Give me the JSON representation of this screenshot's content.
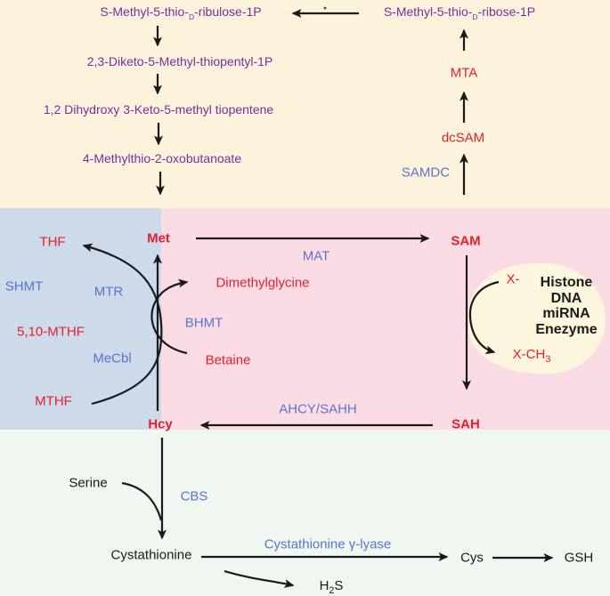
{
  "colors": {
    "salvage_bg": "#fdf2dc",
    "folate_bg": "#ccdaea",
    "methylation_bg": "#fcdce4",
    "transsulfuration_bg": "#f0f7f1",
    "acceptor_blob_bg": "#fdf6de",
    "metabolite_purple": "#7430a0",
    "metabolite_red": "#e3202a",
    "enzyme_blue": "#5b74c9",
    "text_black": "#1a1a1a"
  },
  "salvage": {
    "ribulose_pre": "S-Methyl-5-thio-",
    "ribulose_sub": "D",
    "ribulose_post": "-ribulose-1P",
    "ribose_pre": "S-Methyl-5-thio-",
    "ribose_sub": "D",
    "ribose_post": "-ribose-1P",
    "diketo": "2,3-Diketo-5-Methyl-thiopentyl-1P",
    "dihydroxy": "1,2 Dihydroxy 3-Keto-5-methyl tiopentene",
    "oxobutanoate": "4-Methylthio-2-oxobutanoate",
    "mta": "MTA",
    "dcsam": "dcSAM",
    "samdc": "SAMDC"
  },
  "folate": {
    "thf": "THF",
    "shmt": "SHMT",
    "mthf510": "5,10-MTHF",
    "mtr": "MTR",
    "mecbl": "MeCbl",
    "mthf": "MTHF"
  },
  "methylation": {
    "met": "Met",
    "sam": "SAM",
    "sah": "SAH",
    "hcy": "Hcy",
    "mat": "MAT",
    "ahcy_sahh": "AHCY/SAHH",
    "dimethylglycine": "Dimethylglycine",
    "bhmt": "BHMT",
    "betaine": "Betaine",
    "x_acceptor": "X-",
    "x_methyl_pre": "X-CH",
    "x_methyl_sub": "3",
    "targets": [
      "Histone",
      "DNA",
      "miRNA",
      "Enezyme"
    ]
  },
  "transsulfuration": {
    "serine": "Serine",
    "cbs": "CBS",
    "cystathionine": "Cystathionine",
    "lyase": "Cystathionine γ-lyase",
    "cys": "Cys",
    "gsh": "GSH",
    "h2s_pre": "H",
    "h2s_sub": "2",
    "h2s_post": "S"
  }
}
